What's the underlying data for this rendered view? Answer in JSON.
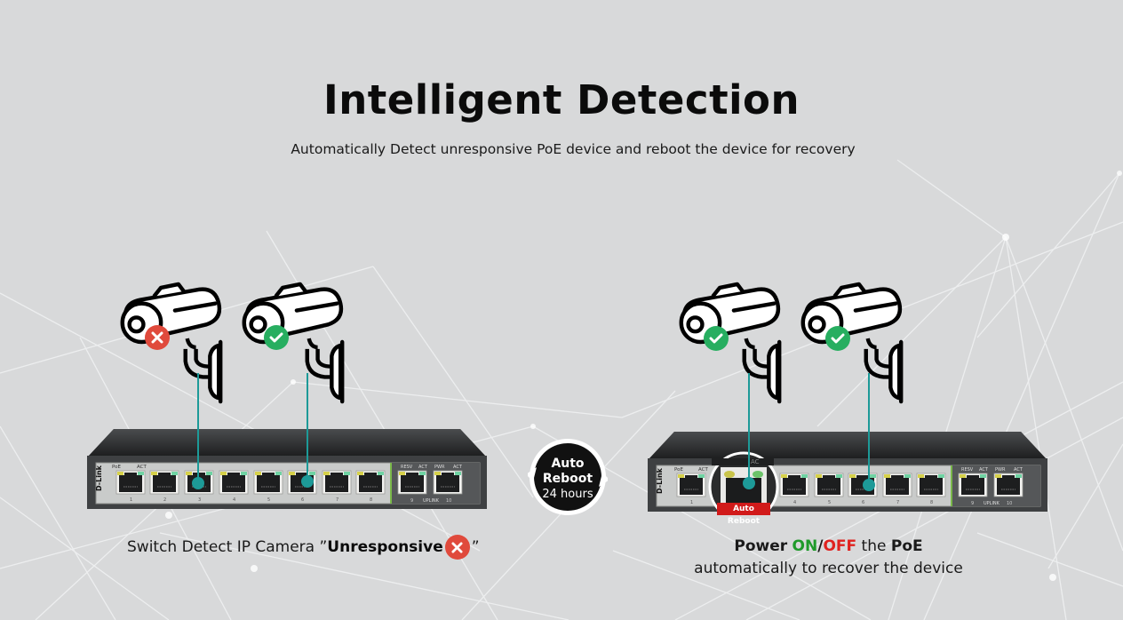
{
  "header": {
    "title": "Intelligent Detection",
    "subtitle": "Automatically Detect unresponsive PoE device and reboot the device for recovery"
  },
  "left_scene": {
    "cameras": [
      {
        "status": "error",
        "icon": "x-icon"
      },
      {
        "status": "ok",
        "icon": "check-icon"
      }
    ],
    "switch": {
      "brand": "D-Link",
      "labels": {
        "poe": "PoE",
        "act": "ACT",
        "resv": "RESV",
        "act2": "ACT",
        "pwr": "PWR",
        "act3": "ACT",
        "uplink": "UPLINK"
      },
      "port_numbers": [
        "1",
        "2",
        "3",
        "4",
        "5",
        "6",
        "7",
        "8",
        "9",
        "10"
      ]
    },
    "caption": {
      "prefix": "Switch Detect IP Camera ”",
      "bold": "Unresponsive",
      "suffix": "”"
    }
  },
  "center": {
    "line1": "Auto",
    "line2": "Reboot",
    "line3": "24 hours"
  },
  "right_scene": {
    "cameras": [
      {
        "status": "ok",
        "icon": "check-icon"
      },
      {
        "status": "ok",
        "icon": "check-icon"
      }
    ],
    "switch": {
      "brand": "D-Link",
      "labels": {
        "poe": "PoE",
        "act": "ACT",
        "zoom_act": "AC",
        "resv": "RESV",
        "act2": "ACT",
        "pwr": "PWR",
        "act3": "ACT",
        "uplink": "UPLINK"
      },
      "port_numbers": [
        "1",
        "4",
        "5",
        "6",
        "7",
        "8",
        "9",
        "10"
      ],
      "tag": "Auto Reboot"
    },
    "caption": {
      "word1": "Power",
      "on": "ON",
      "slash": "/",
      "off": "OFF",
      "word2": "the",
      "poe": "PoE",
      "line2": "automatically to recover the device"
    }
  },
  "colors": {
    "background": "#d8d9da",
    "teal": "#1d9a98",
    "ok_green": "#27ae60",
    "error_red": "#e04a3c",
    "on_green": "#1f9a2a",
    "off_red": "#e0221f"
  }
}
